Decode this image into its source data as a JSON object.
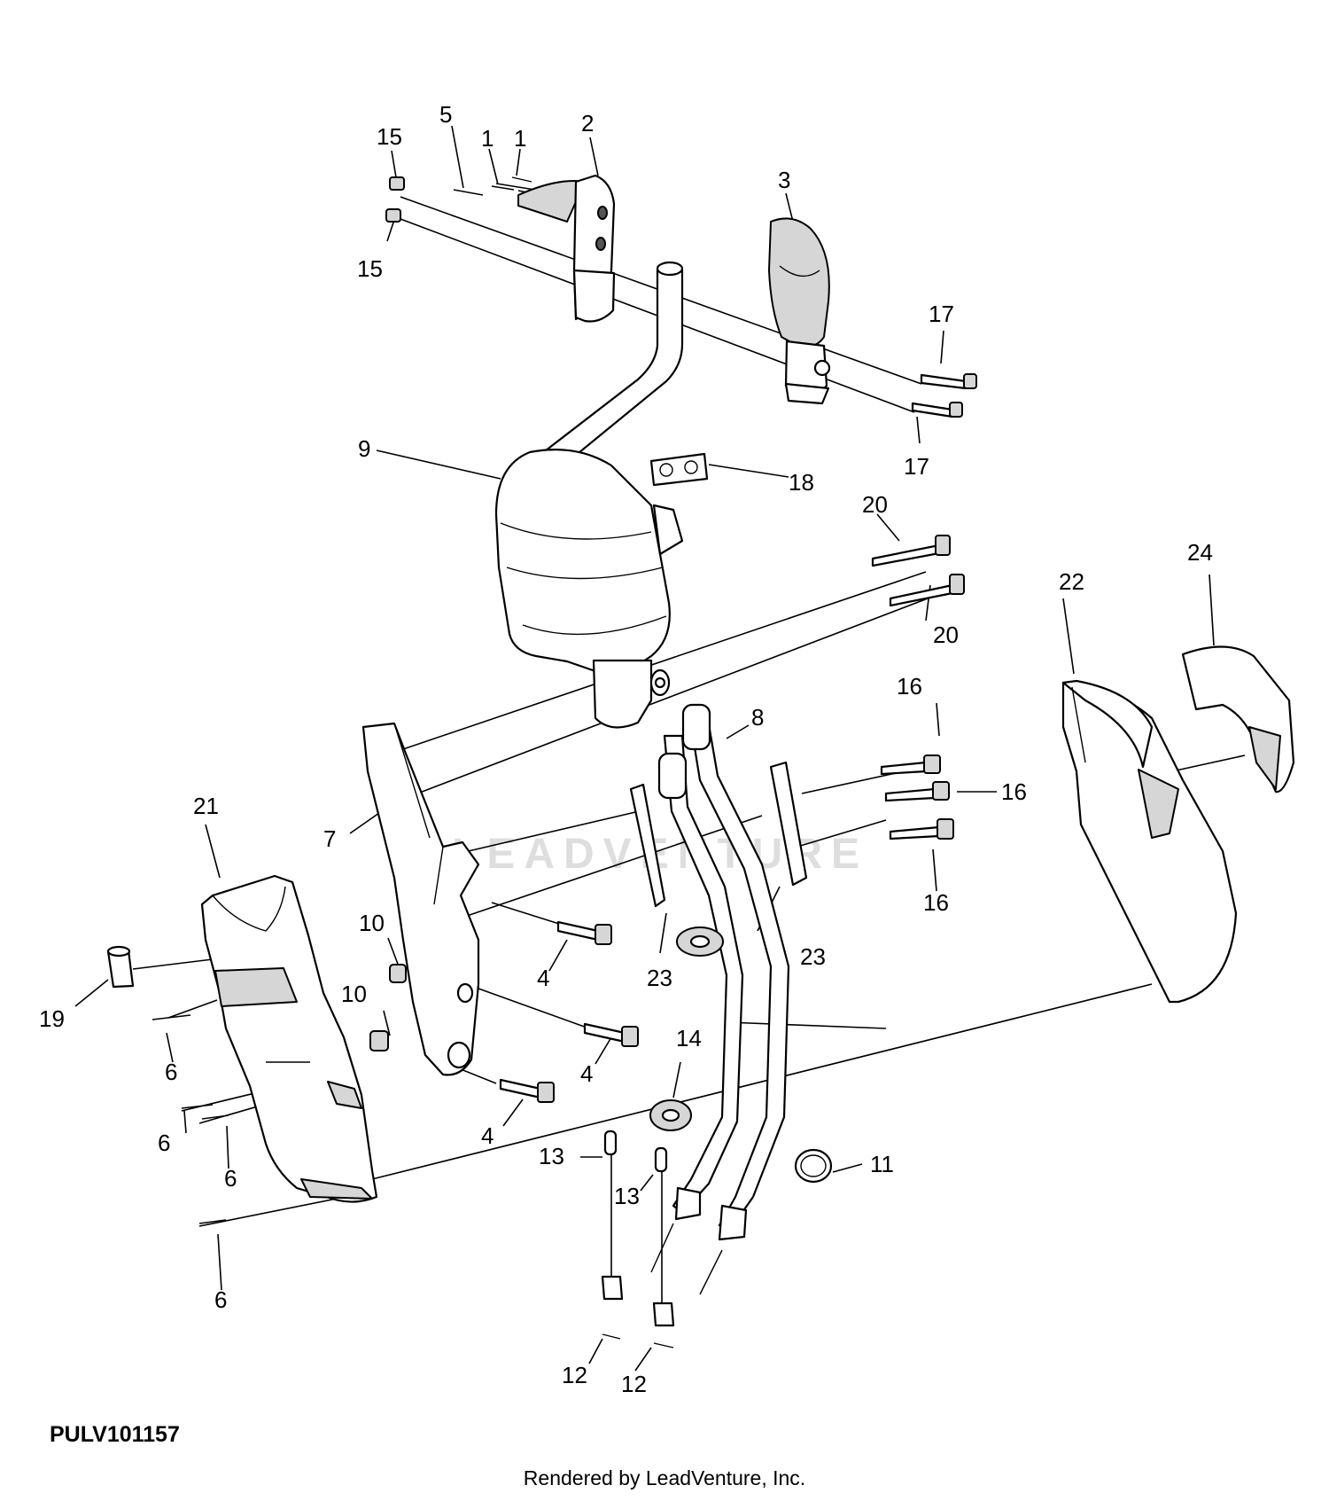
{
  "diagram": {
    "figure_id": "PULV101157",
    "footer": "Rendered by LeadVenture, Inc.",
    "watermark": "LEADVENTURE",
    "callouts": [
      {
        "id": "c1a",
        "label": "1"
      },
      {
        "id": "c1b",
        "label": "1"
      },
      {
        "id": "c2",
        "label": "2"
      },
      {
        "id": "c3",
        "label": "3"
      },
      {
        "id": "c4a",
        "label": "4"
      },
      {
        "id": "c4b",
        "label": "4"
      },
      {
        "id": "c4c",
        "label": "4"
      },
      {
        "id": "c5",
        "label": "5"
      },
      {
        "id": "c6a",
        "label": "6"
      },
      {
        "id": "c6b",
        "label": "6"
      },
      {
        "id": "c6c",
        "label": "6"
      },
      {
        "id": "c6d",
        "label": "6"
      },
      {
        "id": "c7",
        "label": "7"
      },
      {
        "id": "c8",
        "label": "8"
      },
      {
        "id": "c9",
        "label": "9"
      },
      {
        "id": "c10a",
        "label": "10"
      },
      {
        "id": "c10b",
        "label": "10"
      },
      {
        "id": "c11",
        "label": "11"
      },
      {
        "id": "c12a",
        "label": "12"
      },
      {
        "id": "c12b",
        "label": "12"
      },
      {
        "id": "c13a",
        "label": "13"
      },
      {
        "id": "c13b",
        "label": "13"
      },
      {
        "id": "c14",
        "label": "14"
      },
      {
        "id": "c15a",
        "label": "15"
      },
      {
        "id": "c15b",
        "label": "15"
      },
      {
        "id": "c16a",
        "label": "16"
      },
      {
        "id": "c16b",
        "label": "16"
      },
      {
        "id": "c16c",
        "label": "16"
      },
      {
        "id": "c17a",
        "label": "17"
      },
      {
        "id": "c17b",
        "label": "17"
      },
      {
        "id": "c18",
        "label": "18"
      },
      {
        "id": "c19",
        "label": "19"
      },
      {
        "id": "c20a",
        "label": "20"
      },
      {
        "id": "c20b",
        "label": "20"
      },
      {
        "id": "c21",
        "label": "21"
      },
      {
        "id": "c22",
        "label": "22"
      },
      {
        "id": "c23a",
        "label": "23"
      },
      {
        "id": "c23b",
        "label": "23"
      },
      {
        "id": "c24",
        "label": "24"
      }
    ]
  }
}
